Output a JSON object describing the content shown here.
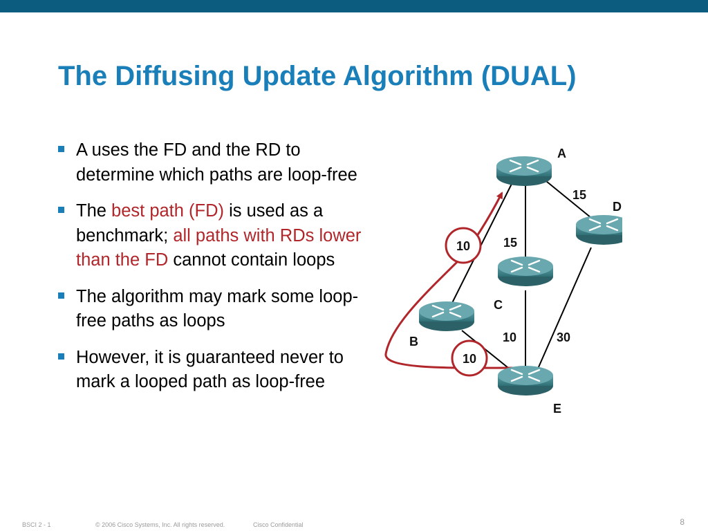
{
  "title": "The Diffusing Update Algorithm (DUAL)",
  "bullets": [
    [
      {
        "text": "A uses the FD and the RD to determine which paths are loop-free",
        "hl": false
      }
    ],
    [
      {
        "text": "The ",
        "hl": false
      },
      {
        "text": "best path (FD)",
        "hl": true
      },
      {
        "text": " is used as a benchmark; ",
        "hl": false
      },
      {
        "text": "all paths with RDs lower than the FD",
        "hl": true
      },
      {
        "text": " cannot contain loops",
        "hl": false
      }
    ],
    [
      {
        "text": "The algorithm may mark some loop-free paths as loops",
        "hl": false
      }
    ],
    [
      {
        "text": "However, it is guaranteed never to mark a looped path as loop-free",
        "hl": false
      }
    ]
  ],
  "diagram": {
    "routers": {
      "a": "A",
      "b": "B",
      "c": "C",
      "d": "D",
      "e": "E"
    },
    "links": {
      "a_d": "15",
      "a_c": "15",
      "c_e": "10",
      "d_e": "30"
    },
    "circled": {
      "b_a": "10",
      "b_e": "10"
    }
  },
  "footer": {
    "course": "BSCI 2 - 1",
    "copyright": "© 2006 Cisco Systems, Inc. All rights reserved.",
    "confidential": "Cisco Confidential",
    "page": "8"
  },
  "colors": {
    "accent": "#1a7fb8",
    "top_bar": "#0b5c7f",
    "highlight": "#b0262b",
    "router": "#4f8f96"
  }
}
